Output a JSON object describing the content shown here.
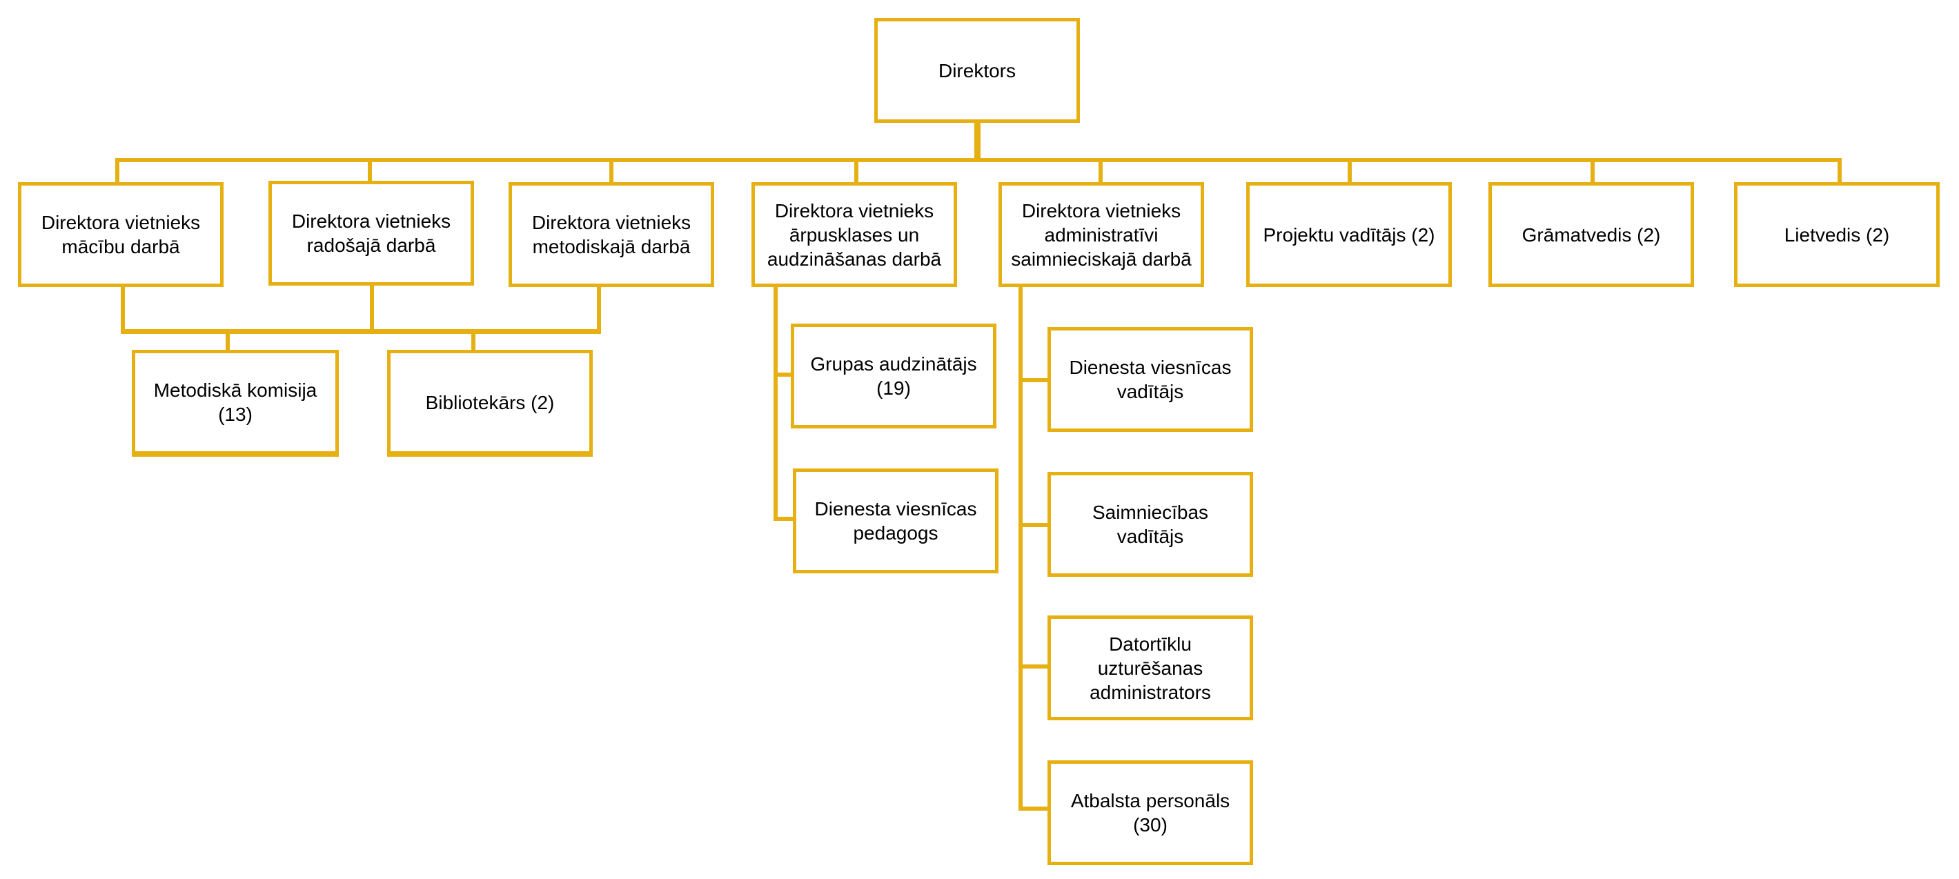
{
  "colors": {
    "line": "#E6B012",
    "box_border": "#E6B012",
    "text": "#000000",
    "background": "#ffffff"
  },
  "nodes": {
    "director": "Direktors",
    "deputy_study": "Direktora vietnieks\nmācību darbā",
    "deputy_creative": "Direktora vietnieks\nradošajā darbā",
    "deputy_methodical": "Direktora vietnieks\nmetodiskajā darbā",
    "deputy_extracurricular": "Direktora vietnieks\nārpusklases  un\naudzināšanas darbā",
    "deputy_admin": "Direktora vietnieks\nadministratīvi\nsaimnieciskajā darbā",
    "project_manager": "Projektu vadītājs (2)",
    "accountant": "Grāmatvedis (2)",
    "clerk": "Lietvedis (2)",
    "methodical_commission": "Metodiskā komisija\n(13)",
    "librarian": "Bibliotekārs (2)",
    "group_tutor": "Grupas audzinātājs\n(19)",
    "dorm_teacher": "Dienesta viesnīcas\npedagogs",
    "dorm_manager": "Dienesta viesnīcas\nvadītājs",
    "household_manager": "Saimniecības vadītājs",
    "network_admin": "Datortīklu\nuzturēšanas\nadministrators",
    "support_staff": "Atbalsta personāls\n(30)"
  }
}
